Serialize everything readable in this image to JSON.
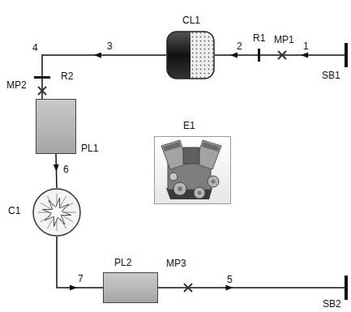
{
  "diagram": {
    "nodes": [
      {
        "text": [
          "SB1"
        ]
      },
      {
        "text": [
          "R1"
        ]
      },
      {
        "text": [
          "CL1"
        ]
      },
      {
        "text": [
          "R2"
        ]
      },
      {
        "text": [
          "PL1"
        ]
      },
      {
        "text": [
          "E1"
        ]
      },
      {
        "text": [
          "C1"
        ]
      },
      {
        "text": [
          "PL2"
        ]
      },
      {
        "text": [
          "SB2"
        ]
      }
    ],
    "edges": [
      {
        "from": 0,
        "to": 1,
        "label": "1",
        "arrow": "to"
      },
      {
        "from": 1,
        "to": 2,
        "label": "2",
        "arrow": "to"
      },
      {
        "from": 2,
        "to": 3,
        "label": "3",
        "arrow": "to"
      },
      {
        "from": 3,
        "to": 4,
        "label": "4",
        "arrow": "none"
      },
      {
        "from": 4,
        "to": 6,
        "label": "6",
        "arrow": "to"
      },
      {
        "from": 6,
        "to": 7,
        "label": "7",
        "arrow": "to"
      },
      {
        "from": 7,
        "to": 8,
        "label": "5",
        "arrow": "to"
      }
    ],
    "labels": [
      "MP1",
      "MP2",
      "MP3"
    ]
  }
}
